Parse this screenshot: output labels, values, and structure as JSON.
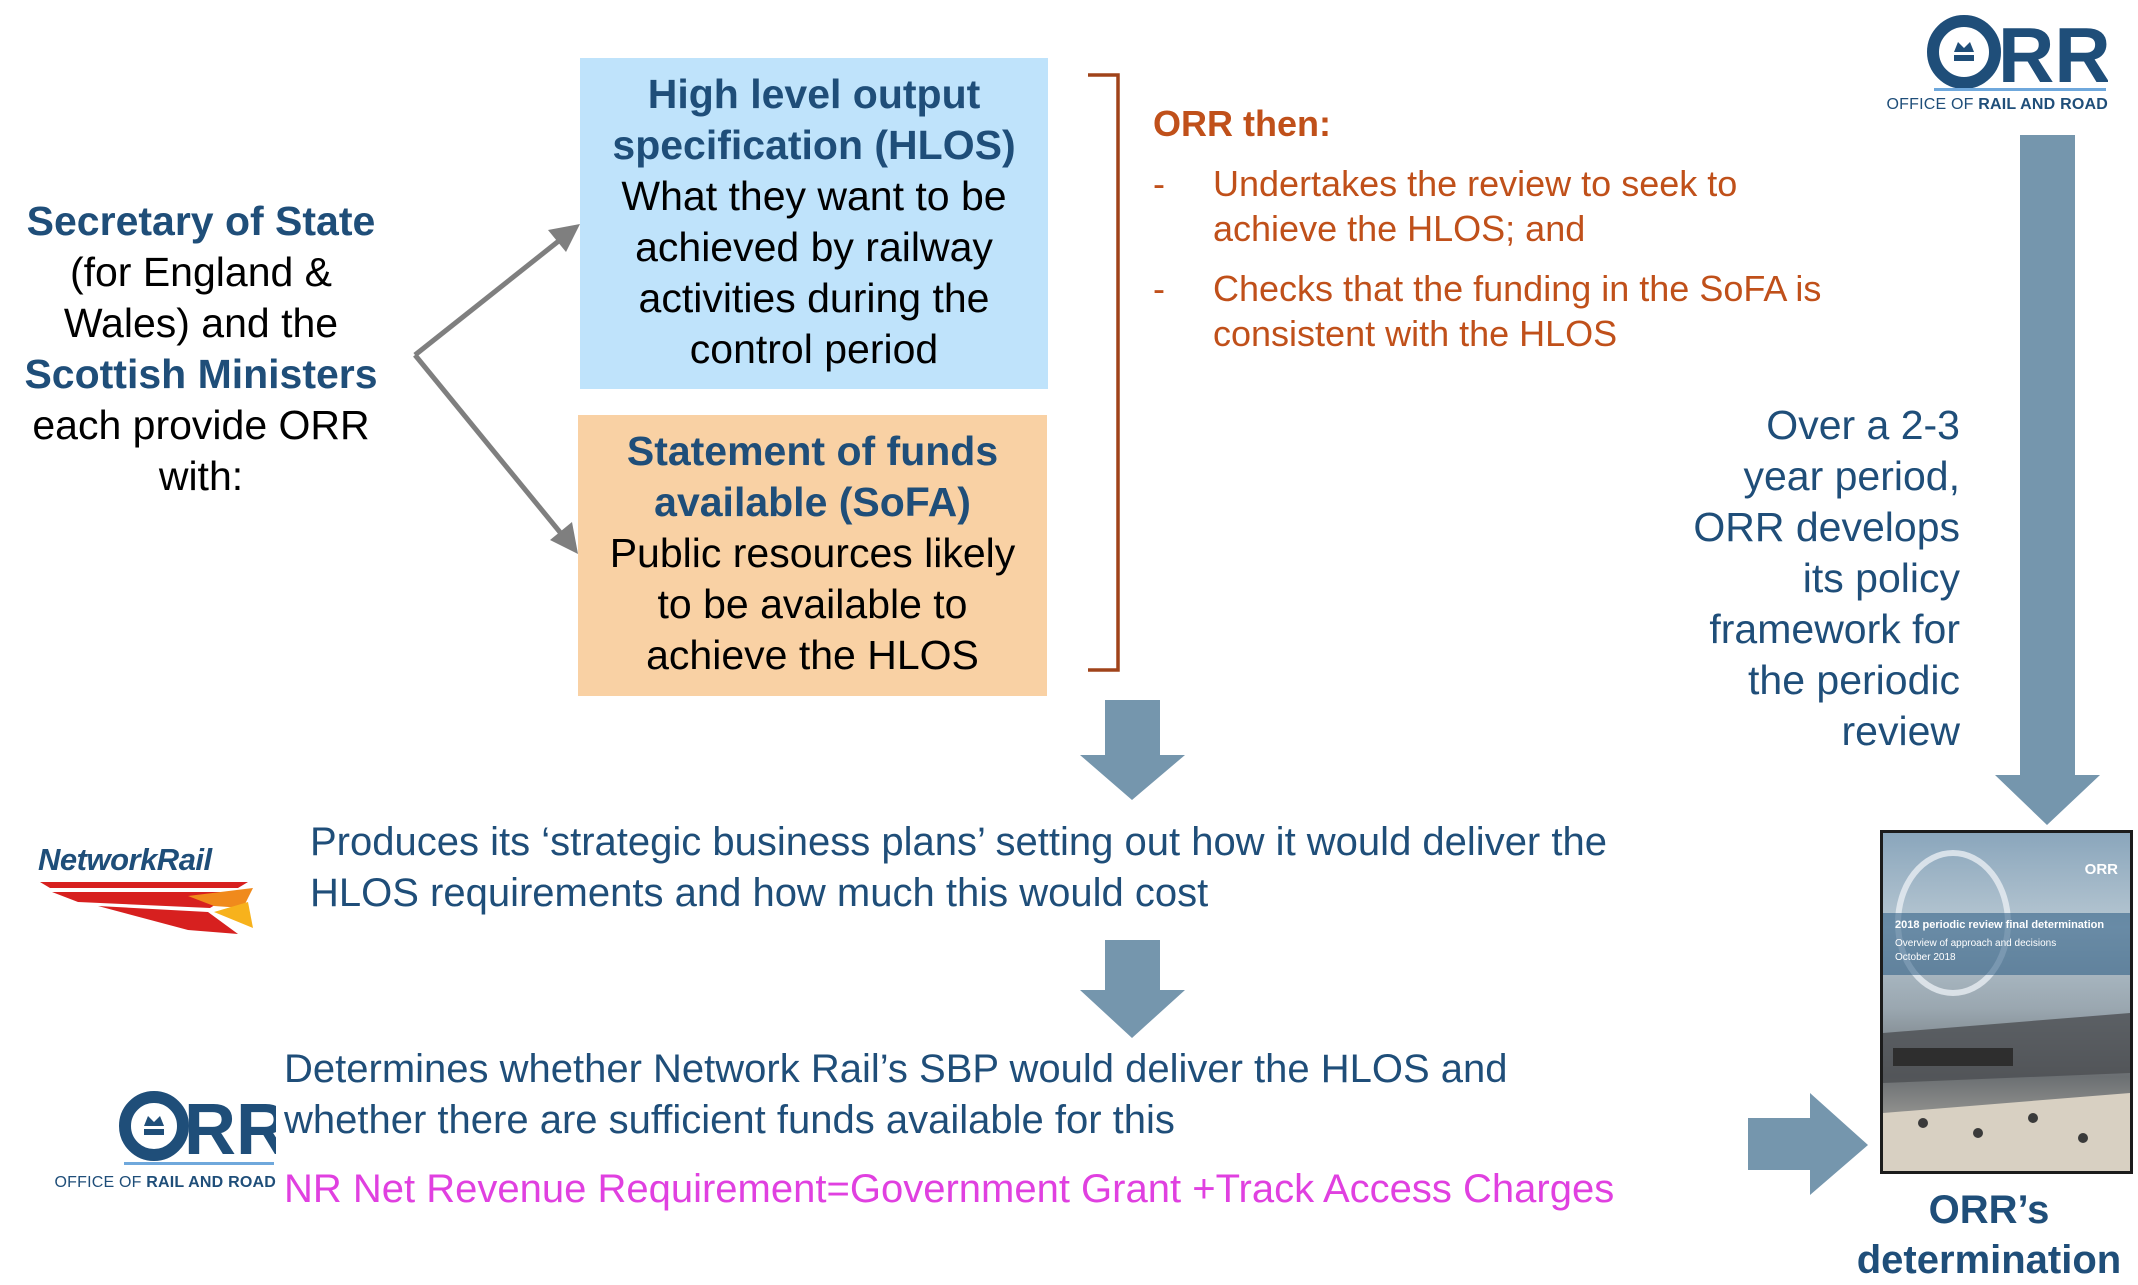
{
  "intro": {
    "line1": "Secretary of State",
    "line2": "(for England &",
    "line3": "Wales) and the",
    "line4": "Scottish Ministers",
    "line5": "each provide ORR",
    "line6": "with:"
  },
  "hlos_box": {
    "title_line1": "High level output",
    "title_line2": "specification (HLOS)",
    "body_line1": "What they want to be",
    "body_line2": "achieved by railway",
    "body_line3": "activities during the",
    "body_line4": "control period"
  },
  "sofa_box": {
    "title_line1": "Statement of funds",
    "title_line2": "available (SoFA)",
    "body_line1": "Public resources likely",
    "body_line2": "to be available to",
    "body_line3": "achieve the HLOS"
  },
  "orr_then": {
    "title": "ORR then:",
    "items": [
      {
        "dash": "-",
        "line1": "Undertakes the review to seek to",
        "line2": "achieve the HLOS; and"
      },
      {
        "dash": "-",
        "line1": "Checks that the funding in the SoFA is",
        "line2": "consistent with the HLOS"
      }
    ]
  },
  "policy_text": {
    "line1": "Over a 2-3",
    "line2": "year period,",
    "line3": "ORR develops",
    "line4": "its policy",
    "line5": "framework for",
    "line6": "the periodic",
    "line7": "review"
  },
  "network_rail": {
    "logo_text": "NetworkRail",
    "line1": "Produces its ‘strategic business plans’ setting out how it would deliver the",
    "line2": "HLOS requirements and how much this would cost"
  },
  "orr_determines": {
    "line1": "Determines whether Network Rail’s SBP would deliver the HLOS and",
    "line2": "whether there are sufficient funds available for this",
    "formula": "NR Net Revenue Requirement=Government Grant +Track Access Charges"
  },
  "orr_logo": {
    "letters": "ORR",
    "prefix": "OFFICE OF ",
    "suffix": "RAIL AND ROAD"
  },
  "report_cover": {
    "mini_logo": "ORR",
    "title": "2018 periodic review final determination",
    "subtitle": "Overview of approach and decisions",
    "date": "October 2018"
  },
  "final_caption": {
    "line1": "ORR’s",
    "line2": "determination"
  },
  "colors": {
    "navy": "#1f4e79",
    "rust": "#c0501a",
    "magenta": "#e040e0",
    "arrow_fill": "#7596ad",
    "hlos_bg": "#bfe3fb",
    "sofa_bg": "#f9d1a4",
    "network_rail_red": "#d7201f"
  }
}
